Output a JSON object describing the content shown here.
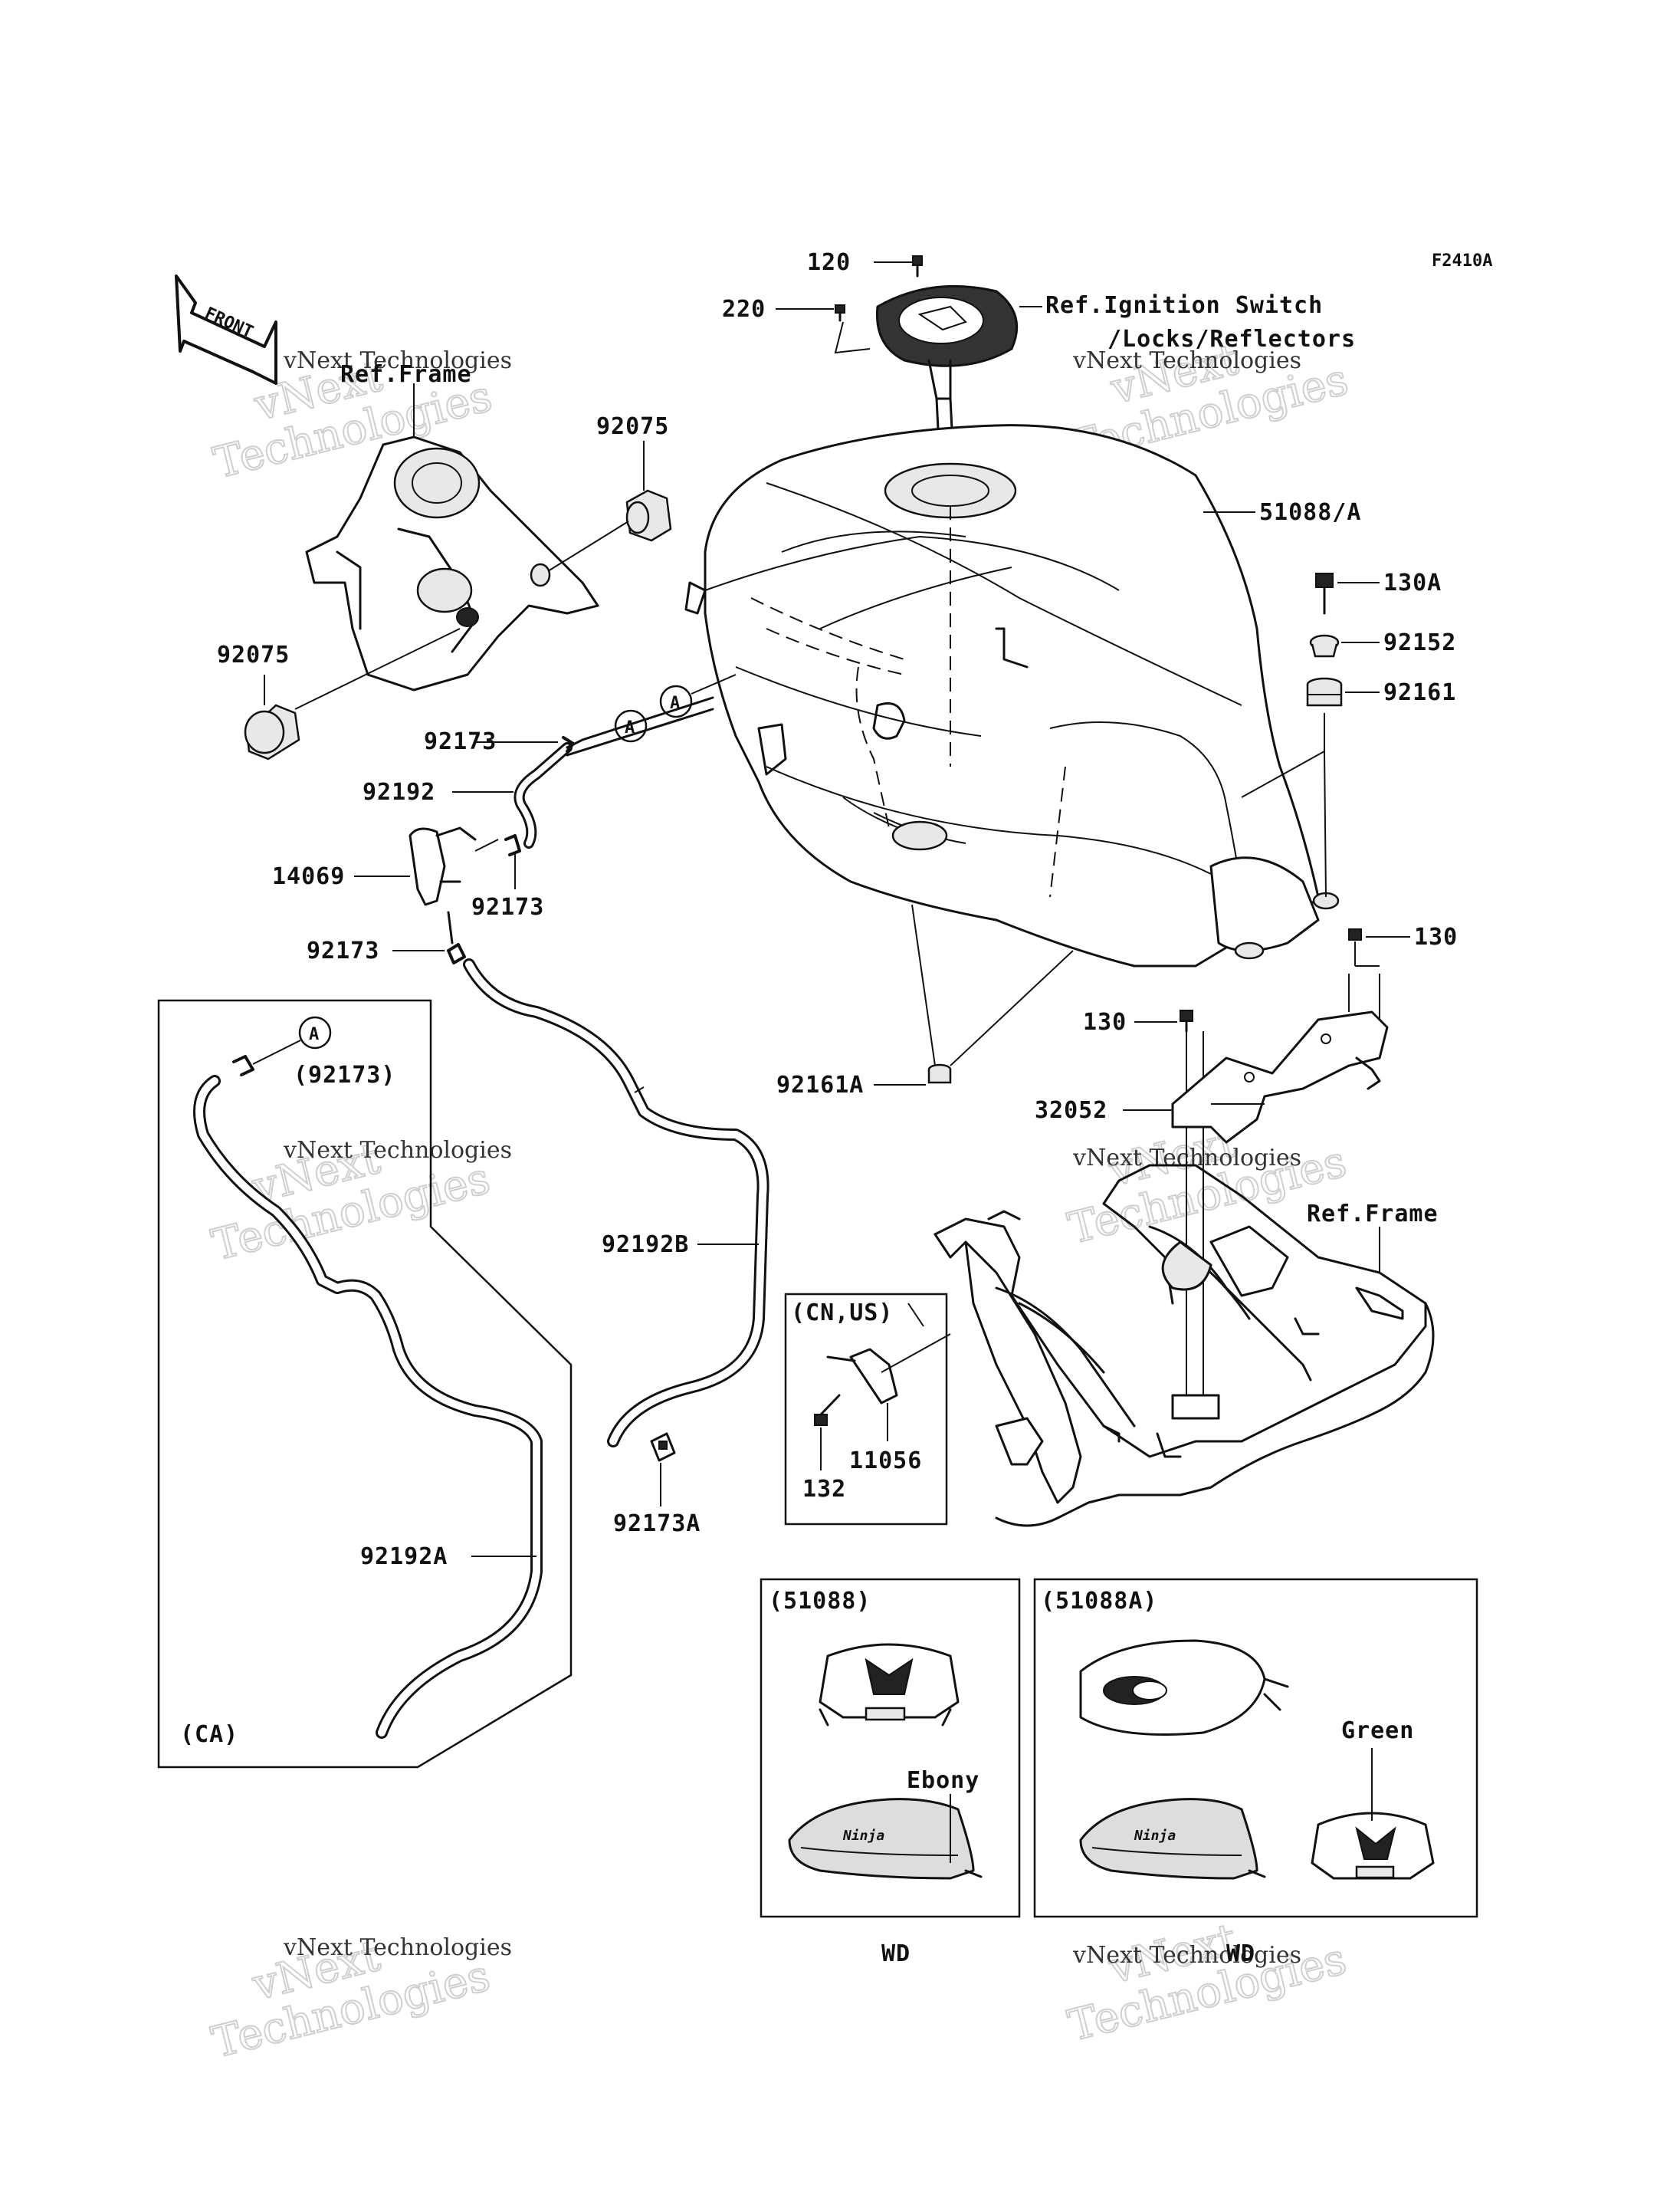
{
  "figure_code": "F2410A",
  "front_label": "FRONT",
  "refs": {
    "frame_top": "Ref.Frame",
    "frame_bottom": "Ref.Frame",
    "ignition_line1": "Ref.Ignition Switch",
    "ignition_line2": "/Locks/Reflectors"
  },
  "parts": {
    "p120": "120",
    "p220": "220",
    "p92075_a": "92075",
    "p92075_b": "92075",
    "p51088": "51088/A",
    "p130A": "130A",
    "p92152": "92152",
    "p92161": "92161",
    "p92173_a": "92173",
    "p92192": "92192",
    "p14069": "14069",
    "p92173_b": "92173",
    "p92173_c": "92173",
    "p92173_paren": "(92173)",
    "p92161A": "92161A",
    "p130_a": "130",
    "p130_b": "130",
    "p32052": "32052",
    "p92192B": "92192B",
    "p92192A": "92192A",
    "p92173A": "92173A",
    "p11056": "11056",
    "p132": "132"
  },
  "markers": {
    "a1": "A",
    "a2": "A",
    "a3": "A"
  },
  "regions": {
    "ca": "(CA)",
    "cn_us": "(CN,US)",
    "box1_title": "(51088)",
    "box2_title": "(51088A)",
    "color_ebony": "Ebony",
    "color_green": "Green",
    "wd1": "WD",
    "wd2": "WD"
  },
  "watermarks": {
    "w1": "vNext Technologies",
    "w2": "vNext Technologies"
  }
}
